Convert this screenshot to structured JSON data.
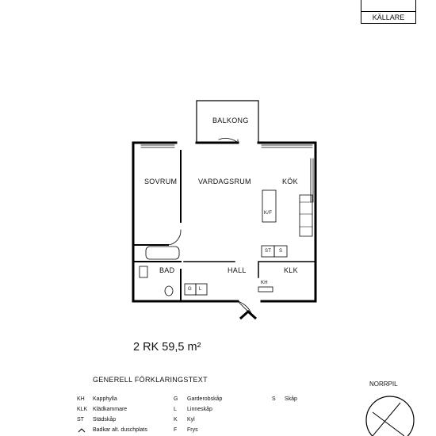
{
  "floor": {
    "label": "KÄLLARE"
  },
  "rooms": {
    "balcony": "BALKONG",
    "bedroom": "SOVRUM",
    "living": "VARDAGSRUM",
    "kitchen": "KÖK",
    "bath": "BAD",
    "hall": "HALL",
    "closet": "KLK"
  },
  "fixtures": {
    "fridge_freezer": "K/F",
    "st": "ST",
    "s": "S",
    "kh": "KH",
    "g": "G",
    "l": "L"
  },
  "area_text": "2 RK 59,5 m²",
  "legend": {
    "title": "GENERELL FÖRKLARINGSTEXT",
    "items": [
      {
        "code": "KH",
        "text": "Kapphylla"
      },
      {
        "code": "KLK",
        "text": "Klädkammare"
      },
      {
        "code": "ST",
        "text": "Städskåp"
      },
      {
        "code": "",
        "text": "Badkar alt. duschplats"
      },
      {
        "code": "G",
        "text": "Garderobskåp"
      },
      {
        "code": "L",
        "text": "Linneskåp"
      },
      {
        "code": "K",
        "text": "Kyl"
      },
      {
        "code": "F",
        "text": "Frys"
      },
      {
        "code": "S",
        "text": "Skåp"
      }
    ]
  },
  "north": {
    "label": "NORRPIL"
  }
}
